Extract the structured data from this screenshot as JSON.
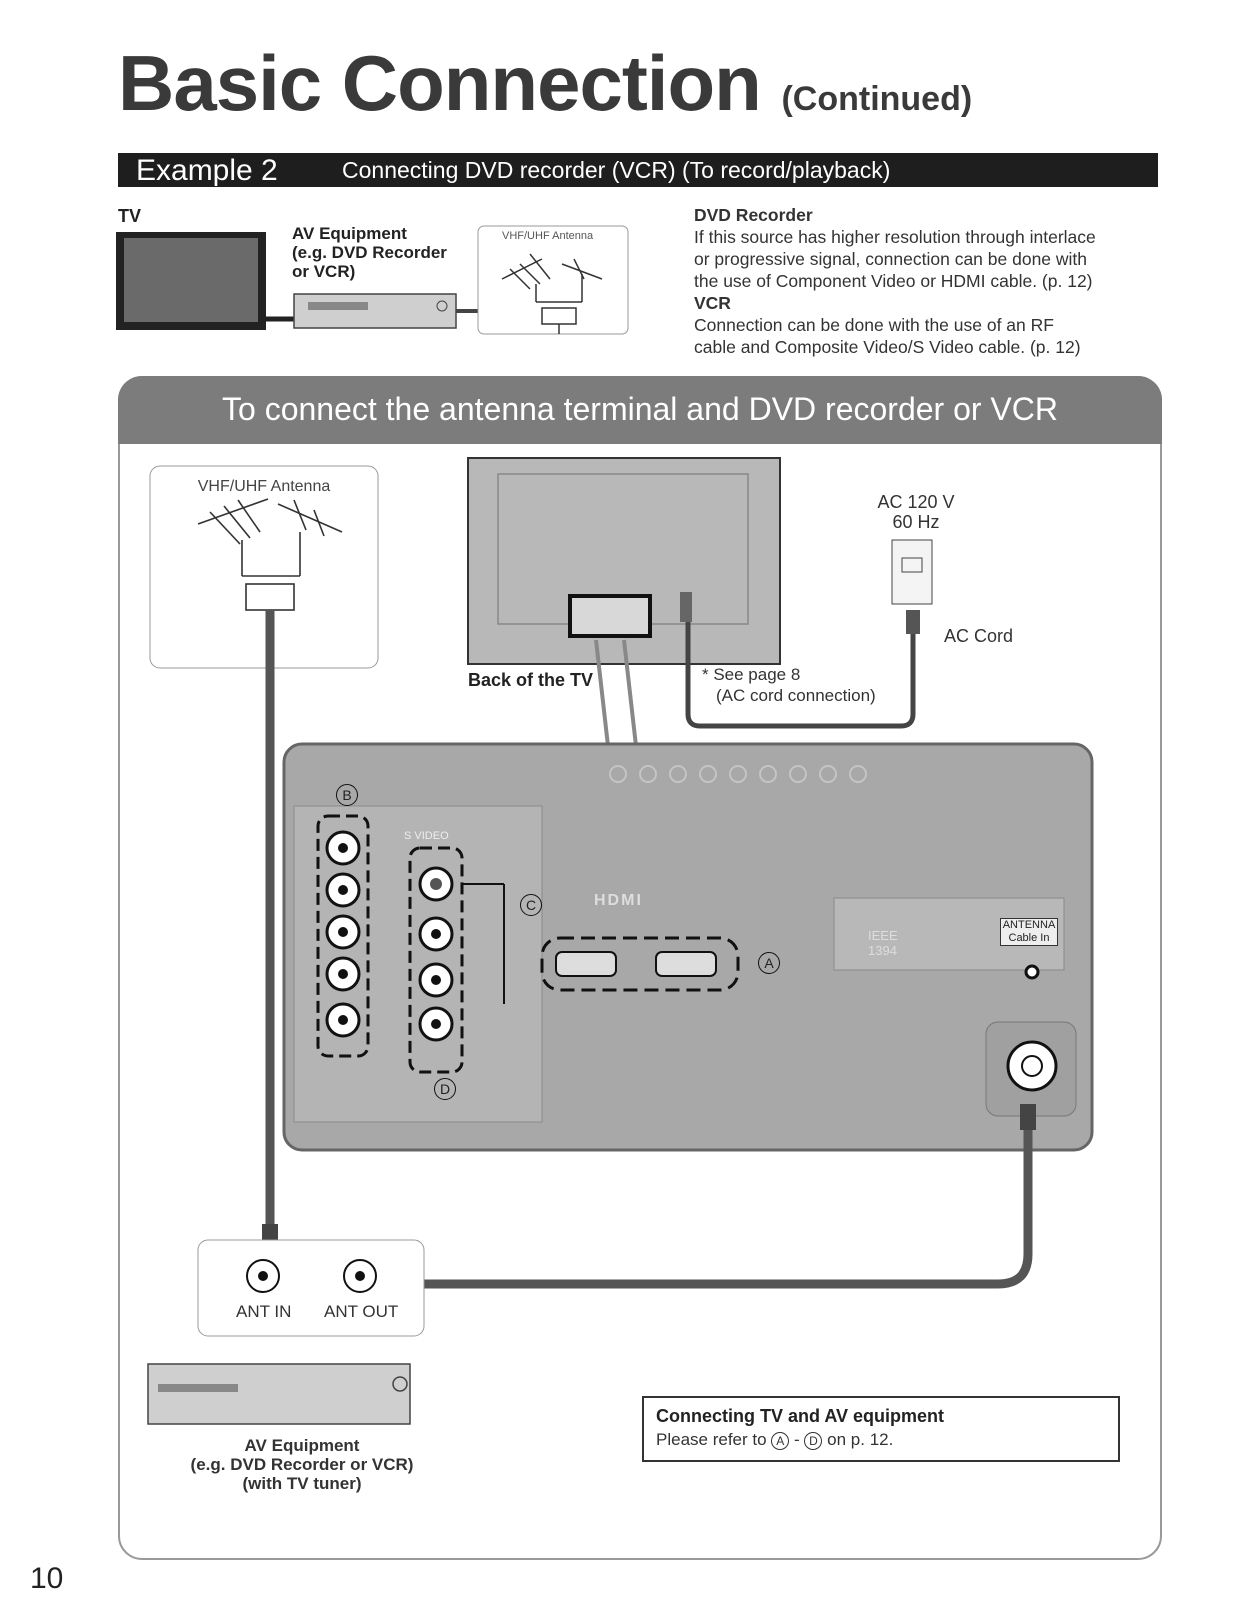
{
  "title": "Basic Connection",
  "title_suffix": "(Continued)",
  "example": {
    "label": "Example 2",
    "subtitle": "Connecting DVD recorder (VCR) (To record/playback)"
  },
  "top_diagram": {
    "tv_label": "TV",
    "av_equipment": [
      "AV Equipment",
      "(e.g. DVD Recorder",
      "or VCR)"
    ],
    "antenna_label": "VHF/UHF Antenna"
  },
  "dvd_recorder": {
    "heading": "DVD Recorder",
    "lines": [
      "If this source has higher resolution through interlace",
      "or progressive signal, connection can be done with",
      "the use of Component Video or HDMI cable. (p. 12)"
    ]
  },
  "vcr": {
    "heading": "VCR",
    "lines": [
      "Connection can be done with the use of an RF",
      "cable and Composite Video/S Video cable. (p. 12)"
    ]
  },
  "section_banner": "To connect the antenna terminal and DVD recorder or VCR",
  "main_diagram": {
    "antenna_label": "VHF/UHF Antenna",
    "back_of_tv": "Back of the TV",
    "power": [
      "AC 120 V",
      "60 Hz"
    ],
    "ac_cord": "AC Cord",
    "see_page": [
      "* See page 8",
      "(AC cord connection)"
    ],
    "markers": [
      "B",
      "C",
      "A",
      "D"
    ],
    "panel_labels": {
      "hdmi": "HDMI",
      "ieee": "IEEE 1394",
      "antenna": [
        "ANTENNA",
        "Cable In"
      ],
      "s_video": "S VIDEO"
    },
    "ant_in": "ANT IN",
    "ant_out": "ANT OUT",
    "av_equipment": [
      "AV Equipment",
      "(e.g. DVD Recorder or VCR)",
      "(with TV tuner)"
    ]
  },
  "note": {
    "heading": "Connecting TV and AV equipment",
    "text_before": "Please refer to",
    "a": "A",
    "dash": "-",
    "d": "D",
    "text_after": "on p. 12."
  },
  "page_number": "10",
  "colors": {
    "dark_bar": "#1e1e1e",
    "banner": "#7c7c7c",
    "panel": "#a8a8a8",
    "cable": "#555555"
  }
}
